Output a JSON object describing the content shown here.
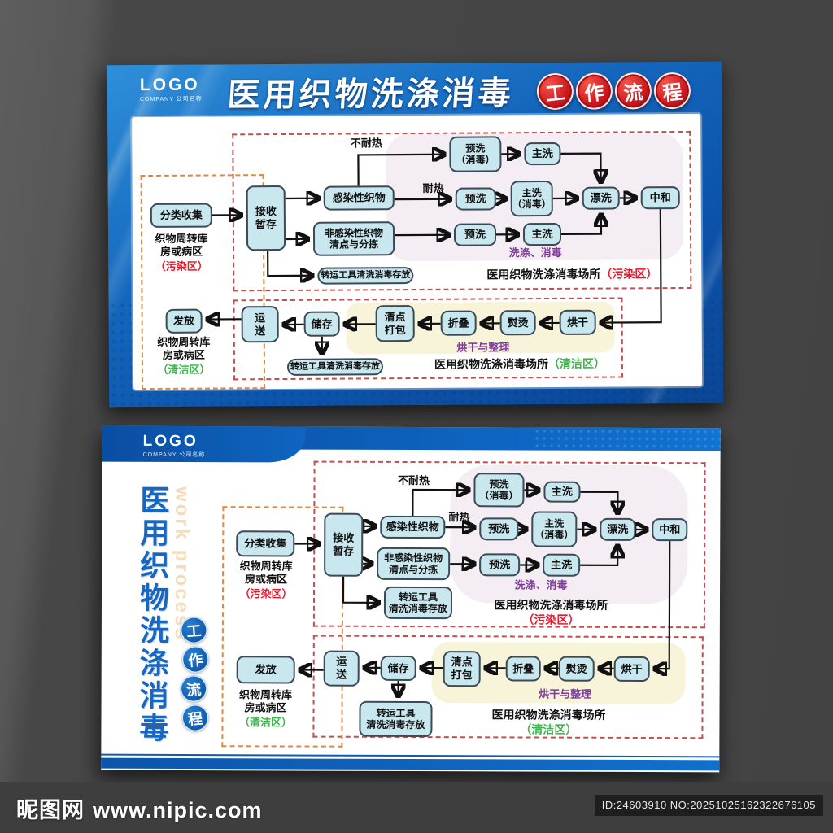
{
  "brand": {
    "logo": "LOGO",
    "company": "COMPANY 公司名称"
  },
  "title": {
    "main": "医用织物洗涤消毒",
    "badges": [
      "工",
      "作",
      "流",
      "程"
    ],
    "watermark_en": "work process"
  },
  "flow": {
    "sort_collect": "分类收集",
    "linen_store_l1": "织物周转库",
    "linen_store_l2": "房或病区",
    "dirty_zone": "（污染区）",
    "clean_zone": "（清洁区）",
    "receive_l1": "接收",
    "receive_l2": "暂存",
    "infectious": "感染性织物",
    "non_infectious_l1": "非感染性织物",
    "non_infectious_l2": "清点与分拣",
    "not_heat_label": "不耐热",
    "heat_label": "耐热",
    "prewash": "预洗",
    "prewash_dis_l1": "预洗",
    "prewash_dis_l2": "（消毒）",
    "main_wash": "主洗",
    "main_wash_dis_l1": "主洗",
    "main_wash_dis_l2": "（消毒）",
    "rinse": "漂洗",
    "neutralize": "中和",
    "wash_disinfect_caption": "洗涤、消毒",
    "transport_tool": "转运工具清洗消毒存放",
    "transport_tool_l1": "转运工具",
    "transport_tool_l2": "清洗消毒存放",
    "site_caption": "医用织物洗涤消毒场所",
    "dry": "烘干",
    "iron": "熨烫",
    "fold": "折叠",
    "count_pack_l1": "清点",
    "count_pack_l2": "打包",
    "store": "储存",
    "deliver_l1": "运",
    "deliver_l2": "送",
    "dry_arrange_caption": "烘干与整理",
    "dispatch": "发放"
  },
  "footer": {
    "site_name": "昵图网",
    "site_url": "www.nipic.com",
    "image_id": "ID:24603910 NO:20251025162322676105"
  },
  "colors": {
    "poster_blue": "#0c53ab",
    "node_fill": "#c9e7ef",
    "zone_pink": "#f5edf4",
    "zone_yellow": "#f7f4da",
    "dashed_red": "#c0504d",
    "dashed_orange": "#e0883c",
    "caption_purple": "#7d3a96",
    "zone_red_text": "#e8192c",
    "zone_green_text": "#3db54a",
    "badge_red": "#ce1a1f",
    "badge_blue": "#1160b2"
  }
}
